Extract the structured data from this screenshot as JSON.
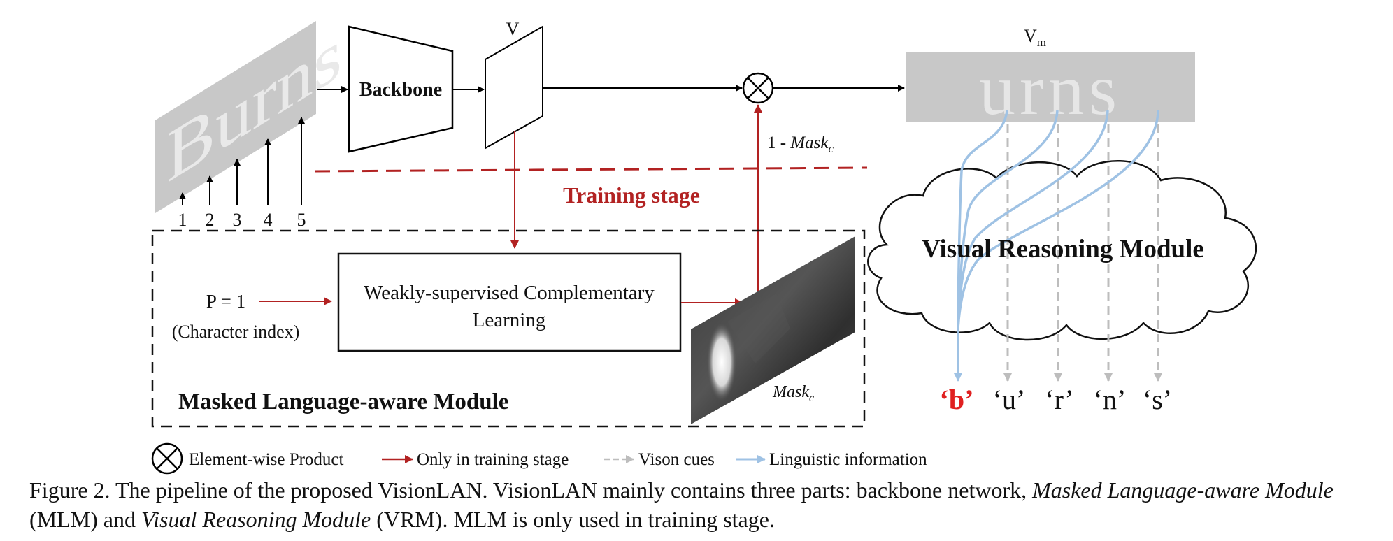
{
  "backbone": {
    "label": "Backbone"
  },
  "feature_v": {
    "label": "V"
  },
  "feature_vm": {
    "label": "V",
    "subscript": "m",
    "masked_text": "urns"
  },
  "input_image": {
    "text": "Burns",
    "char_indices": [
      "1",
      "2",
      "3",
      "4",
      "5"
    ]
  },
  "mask_complement": {
    "prefix": "1 - ",
    "name": "Mask",
    "subscript": "c"
  },
  "training_stage": {
    "label": "Training stage"
  },
  "mlm": {
    "title": "Masked Language-aware Module",
    "wscl_line1": "Weakly-supervised Complementary",
    "wscl_line2": "Learning",
    "p_label": "P = 1",
    "p_sub": "(Character index)",
    "mask_name": "Mask",
    "mask_subscript": "c"
  },
  "vrm": {
    "title": "Visual Reasoning Module"
  },
  "outputs": [
    "‘b’",
    "‘u’",
    "‘r’",
    "‘n’",
    "‘s’"
  ],
  "legend": {
    "product": "Element-wise Product",
    "training_only": "Only in training stage",
    "vision_cues": "Vison cues",
    "linguistic": "Linguistic information"
  },
  "caption": {
    "seg1": "Figure 2. The pipeline of the proposed VisionLAN. VisionLAN mainly contains three parts: backbone network, ",
    "seg2": "Masked Language-aware Module",
    "seg3": " (MLM) and ",
    "seg4": "Visual Reasoning Module",
    "seg5": " (VRM). MLM is only used in training stage."
  },
  "colors": {
    "training_red": "#b22222",
    "output_red": "#e02020",
    "linguistic_blue": "#9fc2e4",
    "vision_gray": "#bdbdbd",
    "feature_gray": "#c8c8c8"
  }
}
